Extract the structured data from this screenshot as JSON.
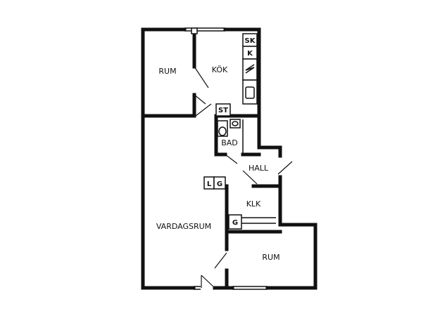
{
  "rooms": {
    "rum_top": "RUM",
    "kok": "KÖK",
    "bad": "BAD",
    "hall": "HALL",
    "klk": "KLK",
    "vardagsrum": "VARDAGSRUM",
    "rum_bottom": "RUM"
  },
  "fixtures": {
    "sk": "SK",
    "k": "K",
    "st": "ST",
    "l": "L",
    "g_hall": "G",
    "g_klk": "G"
  },
  "icons": {
    "stove": "stove-zigzag-icon",
    "sink": "kitchen-sink-icon",
    "toilet": "toilet-icon",
    "washbasin": "washbasin-icon"
  }
}
